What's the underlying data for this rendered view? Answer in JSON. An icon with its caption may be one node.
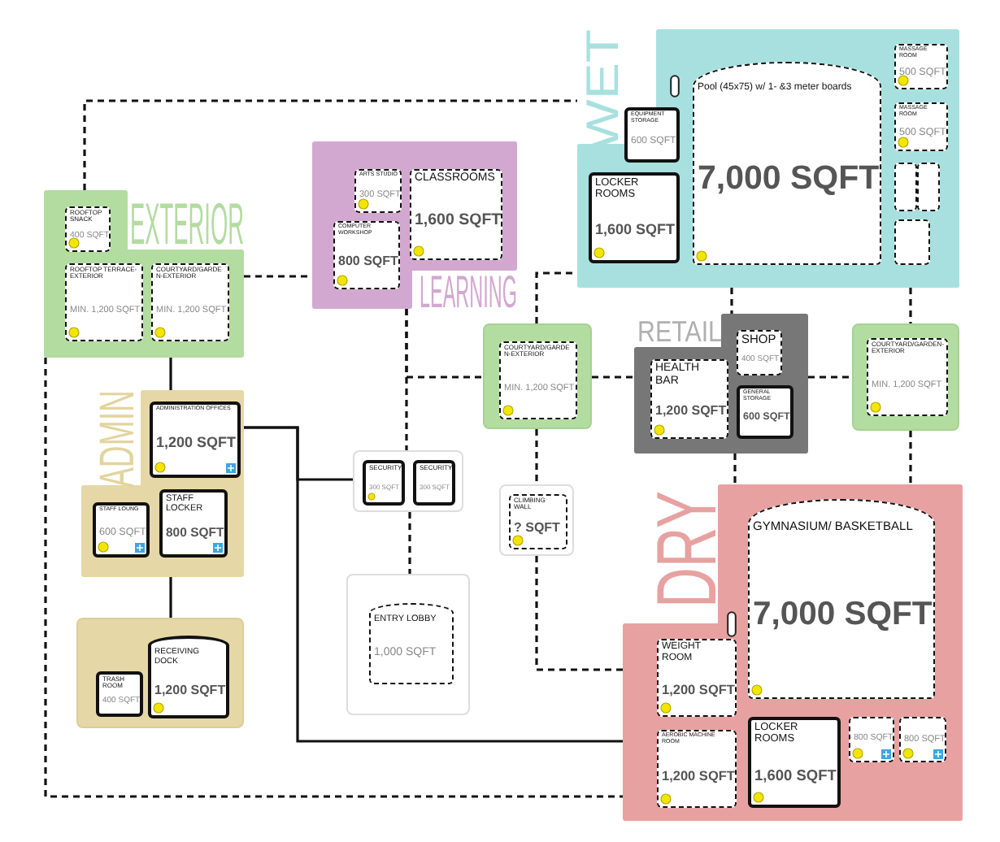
{
  "diagram": {
    "nodes": [
      {
        "text": [
          "EXTERIOR"
        ]
      },
      {
        "text": [
          "ROOFTOP SNACK",
          "400 SQFT"
        ],
        "in": 0
      },
      {
        "text": [
          "ROOFTOP TERRACE-EXTERIOR",
          "MIN. 1,200 SQFT"
        ],
        "in": 0
      },
      {
        "text": [
          "COURTYARD/GARDEN-EXTERIOR",
          "MIN. 1,200 SQFT"
        ],
        "in": 0
      },
      {
        "text": [
          "LEARNING"
        ]
      },
      {
        "text": [
          "ARTS STUDIO",
          "300 SQFT"
        ],
        "in": 4
      },
      {
        "text": [
          "CLASSROOMS",
          "1,600 SQFT"
        ],
        "in": 4
      },
      {
        "text": [
          "COMPUTER WORKSHOP",
          "800 SQFT"
        ],
        "in": 4
      },
      {
        "text": [
          "WET"
        ]
      },
      {
        "text": [
          "EQUIPMENT STORAGE",
          "600 SQFT"
        ],
        "in": 8
      },
      {
        "text": [
          "Pool (45x75) w/ 1- &3 meter boards",
          "7,000 SQFT"
        ],
        "in": 8
      },
      {
        "text": [
          "LOCKER ROOMS",
          "1,600 SQFT"
        ],
        "in": 8
      },
      {
        "text": [
          "MASSAGE ROOM",
          "500 SQFT"
        ],
        "in": 8
      },
      {
        "text": [
          "MASSAGE ROOM",
          "500 SQFT"
        ],
        "in": 8
      },
      {
        "text": [],
        "shape": "box",
        "in": 8
      },
      {
        "text": [],
        "shape": "box",
        "in": 8
      },
      {
        "text": [],
        "shape": "box",
        "in": 8
      },
      {
        "text": [],
        "shape": "box"
      },
      {
        "text": [
          "COURTYARD/GARDEN-EXTERIOR",
          "MIN. 1,200 SQFT"
        ],
        "in": 17
      },
      {
        "text": [],
        "shape": "box"
      },
      {
        "text": [
          "COURTYARD/GARDEN-EXTERIOR",
          "MIN. 1,200 SQFT"
        ],
        "in": 19
      },
      {
        "text": [
          "RETAIL"
        ]
      },
      {
        "text": [
          "SHOP",
          "400 SQFT"
        ],
        "in": 21
      },
      {
        "text": [
          "HEALTH BAR",
          "1,200 SQFT"
        ],
        "in": 21
      },
      {
        "text": [
          "GENERAL STORAGE",
          "600 SQFT"
        ],
        "in": 21
      },
      {
        "text": [
          "ADMIN"
        ]
      },
      {
        "text": [
          "ADMINISTRATION OFFICES",
          "1,200 SQFT"
        ],
        "in": 25
      },
      {
        "text": [
          "STAFF LOUNG",
          "600 SQFT"
        ],
        "in": 25
      },
      {
        "text": [
          "STAFF LOCKER",
          "800 SQFT"
        ],
        "in": 25
      },
      {
        "text": [],
        "shape": "box"
      },
      {
        "text": [
          "TRASH ROOM",
          "400 SQFT"
        ],
        "in": 29
      },
      {
        "text": [
          "RECEIVING DOCK",
          "1,200 SQFT"
        ],
        "in": 29
      },
      {
        "text": [],
        "shape": "box"
      },
      {
        "text": [
          "SECURITY",
          "300 SQFT"
        ],
        "in": 32
      },
      {
        "text": [
          "SECURITY",
          "300 SQFT"
        ],
        "in": 32
      },
      {
        "text": [],
        "shape": "box"
      },
      {
        "text": [
          "CLIMBING WALL",
          "? SQFT"
        ],
        "in": 35
      },
      {
        "text": [],
        "shape": "box"
      },
      {
        "text": [
          "ENTRY LOBBY",
          "1,000 SQFT"
        ],
        "in": 37
      },
      {
        "text": [
          "DRY"
        ]
      },
      {
        "text": [
          "GYMNASIUM/ BASKETBALL",
          "7,000 SQFT"
        ],
        "in": 39
      },
      {
        "text": [
          "WEIGHT ROOM",
          "1,200 SQFT"
        ],
        "in": 39
      },
      {
        "text": [
          "AEROBIC MACHINE ROOM",
          "1,200 SQFT"
        ],
        "in": 39
      },
      {
        "text": [
          "LOCKER ROOMS",
          "1,600 SQFT"
        ],
        "in": 39
      },
      {
        "text": [
          "800 SQFT"
        ],
        "in": 39
      },
      {
        "text": [
          "800 SQFT"
        ],
        "in": 39
      }
    ],
    "edges": [
      {
        "from": 0,
        "to": 8,
        "arrow": "none",
        "style": "dashed"
      },
      {
        "from": 0,
        "to": 4,
        "arrow": "none",
        "style": "dashed"
      },
      {
        "from": 0,
        "to": 39,
        "arrow": "none",
        "style": "dashed"
      },
      {
        "from": 4,
        "to": 32,
        "arrow": "none",
        "style": "dashed"
      },
      {
        "from": 4,
        "to": 17,
        "arrow": "none",
        "style": "dashed"
      },
      {
        "from": 32,
        "to": 37,
        "arrow": "none",
        "style": "dashed"
      },
      {
        "from": 17,
        "to": 8,
        "arrow": "none",
        "style": "dashed"
      },
      {
        "from": 17,
        "to": 21,
        "arrow": "none",
        "style": "dashed"
      },
      {
        "from": 17,
        "to": 35,
        "arrow": "none",
        "style": "dashed"
      },
      {
        "from": 35,
        "to": 39,
        "arrow": "none",
        "style": "dashed"
      },
      {
        "from": 8,
        "to": 21,
        "arrow": "none",
        "style": "dashed"
      },
      {
        "from": 8,
        "to": 19,
        "arrow": "none",
        "style": "dashed"
      },
      {
        "from": 21,
        "to": 19,
        "arrow": "none",
        "style": "dashed"
      },
      {
        "from": 21,
        "to": 39,
        "arrow": "none",
        "style": "dashed"
      },
      {
        "from": 19,
        "to": 39,
        "arrow": "none",
        "style": "dashed"
      },
      {
        "from": 0,
        "to": 25,
        "arrow": "none"
      },
      {
        "from": 25,
        "to": 29,
        "arrow": "none"
      },
      {
        "from": 25,
        "to": 39,
        "arrow": "none"
      },
      {
        "from": 25,
        "to": 32,
        "arrow": "none"
      }
    ]
  }
}
